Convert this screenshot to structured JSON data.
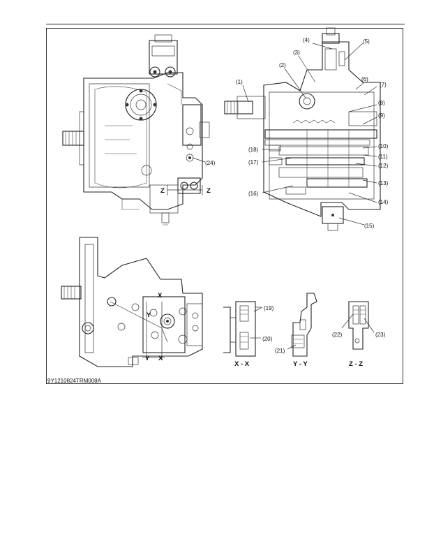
{
  "figure_code": "9Y1210824TRM008A",
  "callouts": {
    "c1": "(1)",
    "c2": "(2)",
    "c3": "(3)",
    "c4": "(4)",
    "c5": "(5)",
    "c6": "(6)",
    "c7": "(7)",
    "c8": "(8)",
    "c9": "(9)",
    "c10": "(10)",
    "c11": "(11)",
    "c12": "(12)",
    "c13": "(13)",
    "c14": "(14)",
    "c15": "(15)",
    "c16": "(16)",
    "c17": "(17)",
    "c18": "(18)",
    "c19": "(19)",
    "c20": "(20)",
    "c21": "(21)",
    "c22": "(22)",
    "c23": "(23)",
    "c24": "(24)"
  },
  "section_marks": {
    "z": "Z",
    "x": "X",
    "y": "Y"
  },
  "section_titles": {
    "xx": "X - X",
    "yy": "Y - Y",
    "zz": "Z - Z"
  }
}
